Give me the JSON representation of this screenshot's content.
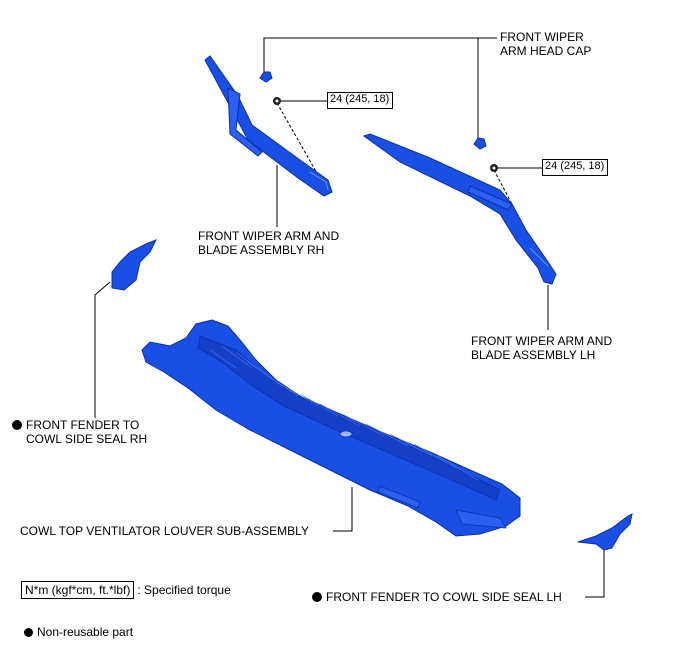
{
  "labels": {
    "head_cap": [
      "FRONT WIPER",
      "ARM HEAD CAP"
    ],
    "arm_rh": [
      "FRONT WIPER ARM AND",
      "BLADE ASSEMBLY RH"
    ],
    "arm_lh": [
      "FRONT WIPER ARM AND",
      "BLADE ASSEMBLY LH"
    ],
    "seal_rh": [
      "FRONT FENDER TO",
      "COWL SIDE SEAL RH"
    ],
    "louver": "COWL TOP VENTILATOR LOUVER SUB-ASSEMBLY",
    "seal_lh": "FRONT FENDER TO COWL SIDE SEAL LH"
  },
  "torque": {
    "rh": "24 (245, 18)",
    "lh": "24 (245, 18)"
  },
  "legend": {
    "torque_unit": "N*m (kgf*cm, ft.*lbf)",
    "torque_desc": ": Specified torque",
    "nonreusable": "Non-reusable part"
  },
  "colors": {
    "part_blue": "#1a4fe6",
    "part_dark": "#0b2fa8",
    "line": "#000000"
  }
}
